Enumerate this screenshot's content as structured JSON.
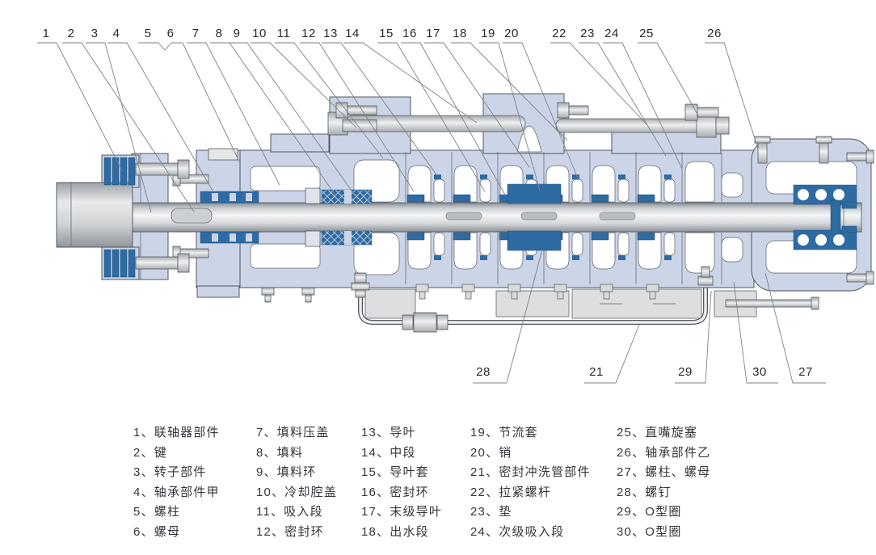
{
  "figure": {
    "subject": "多级离心泵剖面结构图",
    "colors": {
      "casing_fill": "#ccd4e7",
      "seal_dark_blue": "#2e6ba3",
      "shaft_gray_light": "#f4f5f6",
      "shaft_gray_dark": "#878e94",
      "support_gray": "#dcdedf",
      "outline": "#444a52",
      "leader_line": "#7d8187",
      "background": "#ffffff"
    }
  },
  "callouts": {
    "top": [
      "1",
      "2",
      "3",
      "4",
      "5",
      "6",
      "7",
      "8",
      "9",
      "10",
      "11",
      "12",
      "13",
      "14",
      "15",
      "16",
      "17",
      "18",
      "19",
      "20",
      "22",
      "23",
      "24",
      "25",
      "26"
    ],
    "bottom": [
      "28",
      "21",
      "29",
      "30",
      "27"
    ]
  },
  "legend": {
    "columns": [
      {
        "items": [
          "1、联轴器部件",
          "2、键",
          "3、转子部件",
          "4、轴承部件甲",
          "5、螺柱",
          "6、螺母"
        ]
      },
      {
        "items": [
          "7、填料压盖",
          "8、填料",
          "9、填料环",
          "10、冷却腔盖",
          "11、吸入段",
          "12、密封环"
        ]
      },
      {
        "items": [
          "13、导叶",
          "14、中段",
          "15、导叶套",
          "16、密封环",
          "17、末级导叶",
          "18、出水段"
        ]
      },
      {
        "items": [
          "19、节流套",
          "20、销",
          "21、密封冲洗管部件",
          "22、拉紧螺杆",
          "23、垫",
          "24、次级吸入段"
        ]
      },
      {
        "items": [
          "25、直嘴旋塞",
          "26、轴承部件乙",
          "27、螺柱、螺母",
          "28、螺钉",
          "29、O型圈",
          "30、O型圈"
        ]
      }
    ]
  }
}
